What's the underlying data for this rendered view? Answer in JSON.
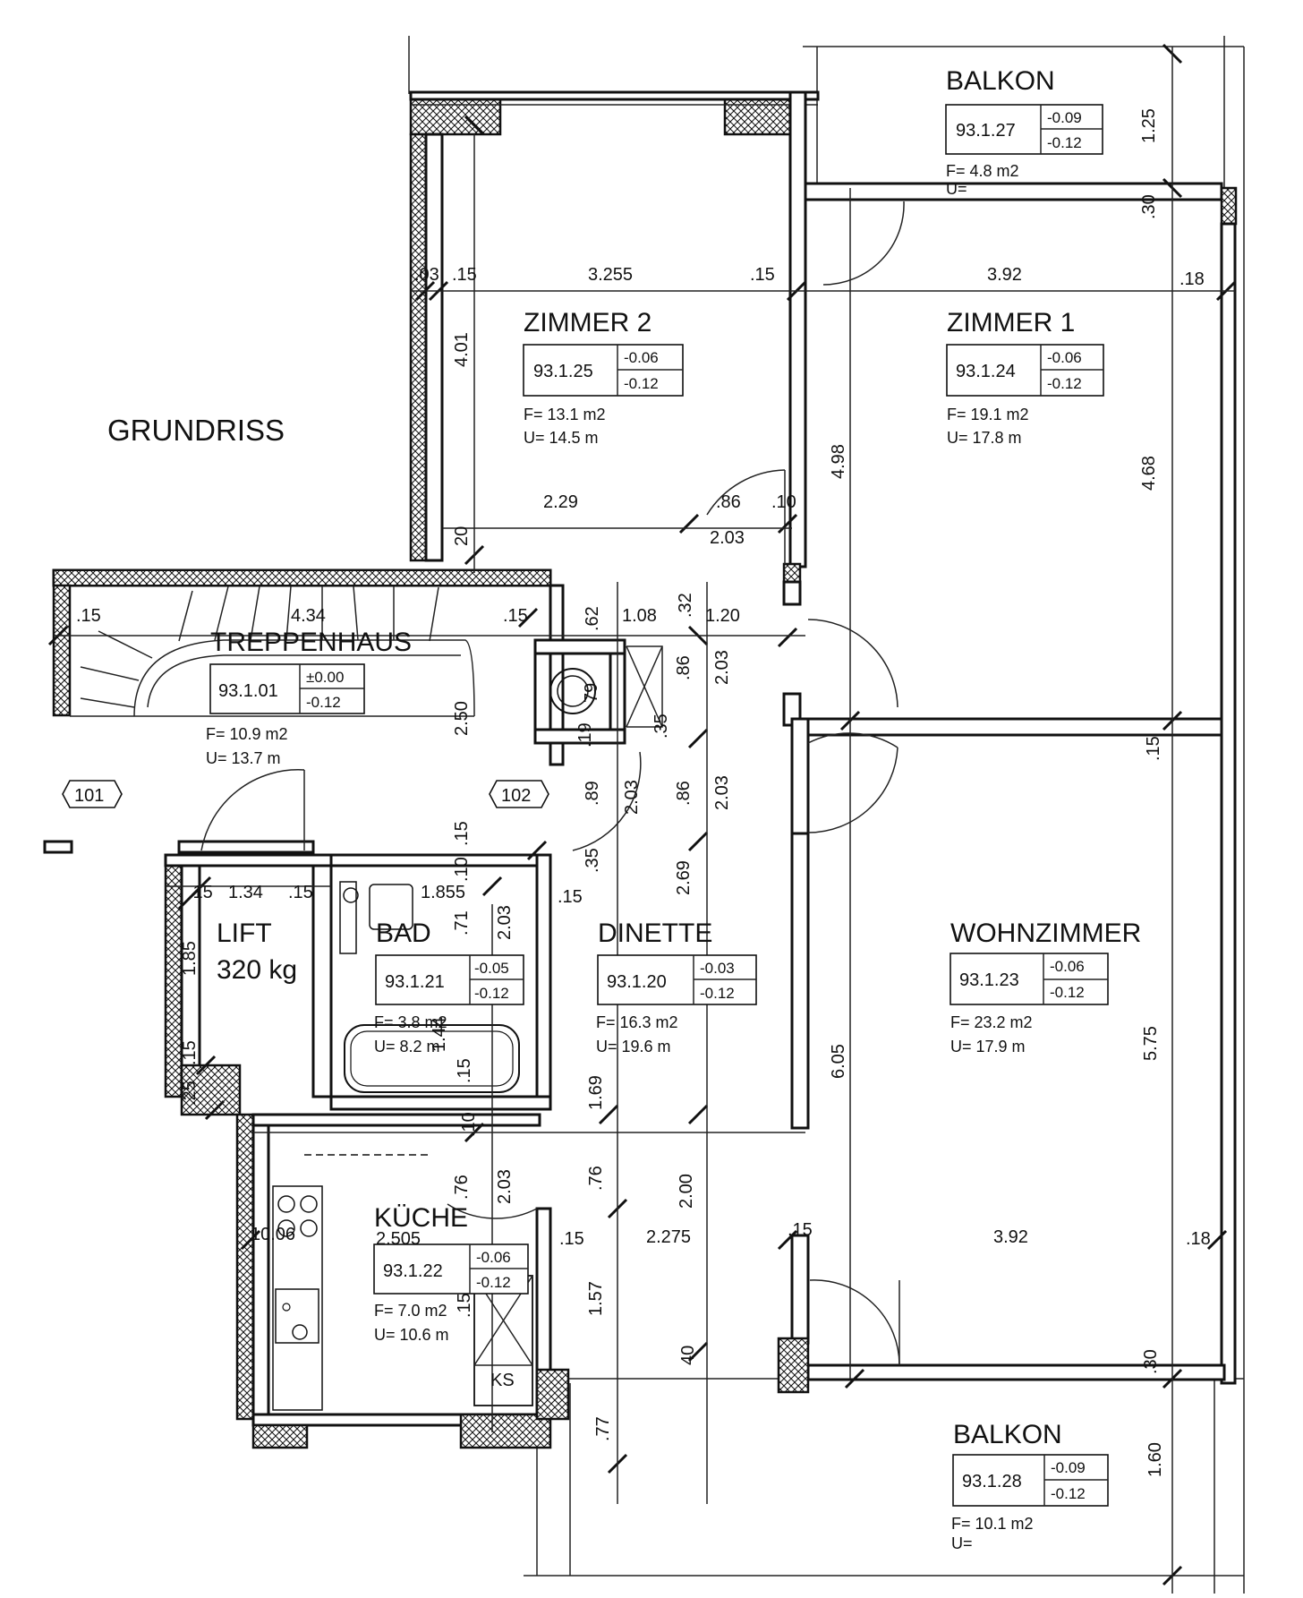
{
  "title": "GRUNDRISS",
  "rooms": {
    "balkon_top": {
      "name": "BALKON",
      "code": "93.1.27",
      "lvl_top": "-0.09",
      "lvl_bottom": "-0.12",
      "area": "F= 4.8 m2",
      "perimeter": "U="
    },
    "zimmer2": {
      "name": "ZIMMER 2",
      "code": "93.1.25",
      "lvl_top": "-0.06",
      "lvl_bottom": "-0.12",
      "area": "F= 13.1 m2",
      "perimeter": "U= 14.5 m"
    },
    "zimmer1": {
      "name": "ZIMMER 1",
      "code": "93.1.24",
      "lvl_top": "-0.06",
      "lvl_bottom": "-0.12",
      "area": "F= 19.1 m2",
      "perimeter": "U= 17.8 m"
    },
    "treppenhaus": {
      "name": "TREPPENHAUS",
      "code": "93.1.01",
      "lvl_top": "±0.00",
      "lvl_bottom": "-0.12",
      "area": "F= 10.9 m2",
      "perimeter": "U= 13.7 m"
    },
    "lift": {
      "name": "LIFT",
      "capacity": "320 kg"
    },
    "bad": {
      "name": "BAD",
      "code": "93.1.21",
      "lvl_top": "-0.05",
      "lvl_bottom": "-0.12",
      "area": "F= 3.8 m2",
      "perimeter": "U= 8.2 m"
    },
    "dinette": {
      "name": "DINETTE",
      "code": "93.1.20",
      "lvl_top": "-0.03",
      "lvl_bottom": "-0.12",
      "area": "F= 16.3 m2",
      "perimeter": "U= 19.6 m"
    },
    "wohnzimmer": {
      "name": "WOHNZIMMER",
      "code": "93.1.23",
      "lvl_top": "-0.06",
      "lvl_bottom": "-0.12",
      "area": "F= 23.2 m2",
      "perimeter": "U= 17.9 m"
    },
    "kueche": {
      "name": "KÜCHE",
      "code": "93.1.22",
      "lvl_top": "-0.06",
      "lvl_bottom": "-0.12",
      "area": "F= 7.0 m2",
      "perimeter": "U= 10.6 m"
    },
    "balkon_bottom": {
      "name": "BALKON",
      "code": "93.1.28",
      "lvl_top": "-0.09",
      "lvl_bottom": "-0.12",
      "area": "F= 10.1 m2",
      "perimeter": "U="
    }
  },
  "door_tags": {
    "d101": "101",
    "d102": "102"
  },
  "labels": {
    "ks": "KS",
    "shaft": "79"
  },
  "dimensions": {
    "z2_width": "3.255",
    "z2_left_a": ".03",
    "z2_left_b": ".15",
    "z2_right": ".15",
    "z2_height": "4.01",
    "z2_lower": "2.29",
    "z2_door": ".86",
    "z2_wall": ".10",
    "z2_door_h": "2.03",
    "z2_sill": "20",
    "z1_width": "3.92",
    "z1_right": ".18",
    "z1_height": "4.68",
    "z1_depth": "4.98",
    "balkon_top_depth": "1.25",
    "balkon_top_wall": ".30",
    "tr_left": ".15",
    "tr_width": "4.34",
    "tr_right": ".15",
    "tr_height": "2.50",
    "shaft_a": ".62",
    "shaft_b": "1.08",
    "shaft_c": ".32",
    "shaft_d": "1.20",
    "shaft_e": ".19",
    "shaft_f": ".35",
    "door_h_a": "2.03",
    "door_w_a": ".86",
    "door_h_b": "2.03",
    "door_w_b": ".86",
    "door_w_c": ".89",
    "door_h_c": "2.03",
    "wz_wall": ".15",
    "din_a": ".35",
    "din_h": "2.69",
    "lift_l": ".15",
    "lift_w": "1.34",
    "lift_r": ".15",
    "lift_h": "1.85",
    "lift_w2": ".15",
    "lift_w3": ".25",
    "bad_w": "1.855",
    "bad_a": ".15",
    "bad_b": ".10",
    "bad_c": "2.03",
    "bad_d": ".71",
    "bad_e": "1.44",
    "bad_f": ".15",
    "din_b": ".15",
    "din_c": "1.69",
    "din_d": ".76",
    "din_e": "2.00",
    "din_f": "2.275",
    "din_g": "1.57",
    "din_h2": "40",
    "ku_a": ".76",
    "ku_b": "2.03",
    "ku_c": ".10",
    "ku_w": "2.505",
    "ku_left": "10.06",
    "ku_r": ".15",
    "ku_d": ".15",
    "wz_height": "6.05",
    "wz_h2": "5.75",
    "wz_width": "3.92",
    "wz_right": ".18",
    "wz_left": ".15",
    "wz_bottom": ".30",
    "bb_depth": "1.60",
    "bb_left": ".77"
  }
}
